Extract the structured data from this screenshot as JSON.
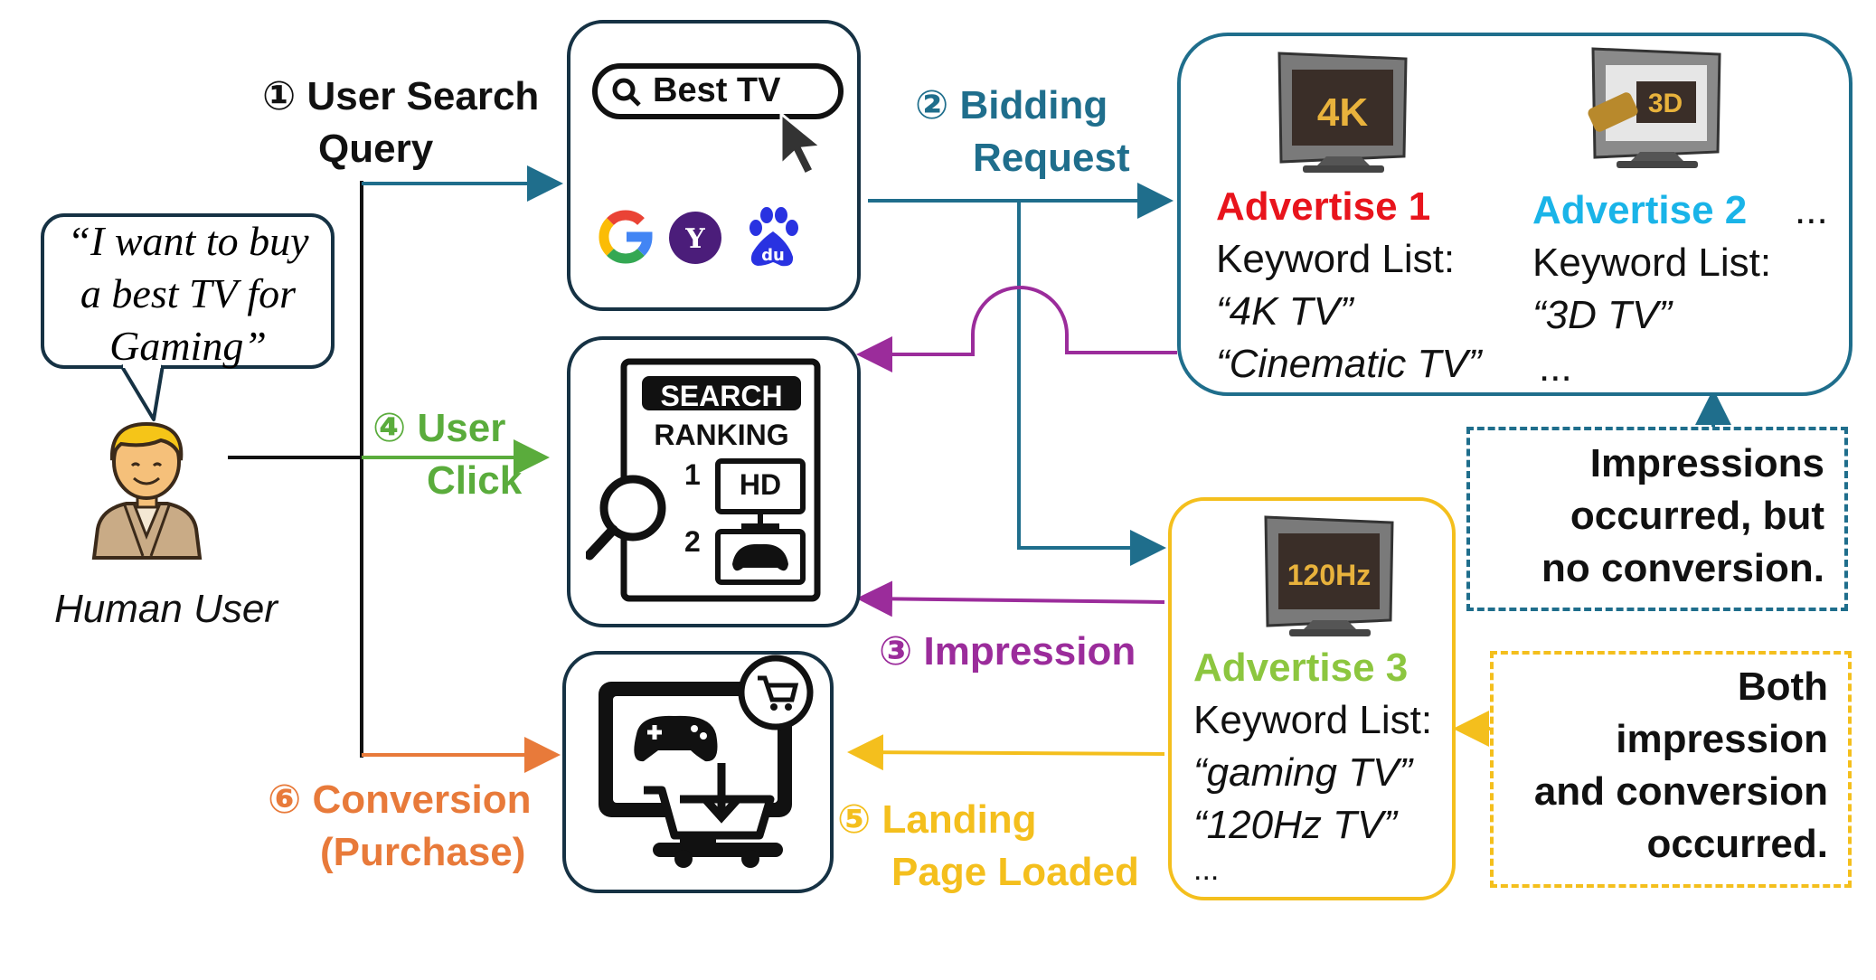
{
  "user": {
    "speech": [
      "“I want to buy",
      "a best TV for",
      "Gaming”"
    ],
    "label": "Human User"
  },
  "search": {
    "query": "Best TV"
  },
  "ranking": {
    "title": "SEARCH",
    "subtitle": "RANKING",
    "rank1": "1",
    "rank2": "2",
    "rank1_badge": "HD"
  },
  "steps": {
    "s1": [
      "① User Search",
      "Query"
    ],
    "s2": [
      "② Bidding",
      "Request"
    ],
    "s3": "③ Impression",
    "s4": [
      "④ User",
      "Click"
    ],
    "s5": [
      "⑤ Landing",
      "Page Loaded"
    ],
    "s6": [
      "⑥ Conversion",
      "(Purchase)"
    ]
  },
  "ads": {
    "ad1": {
      "title": "Advertise 1",
      "kw_label": "Keyword List:",
      "kws": [
        "“4K TV”",
        "“Cinematic TV”"
      ],
      "tv": "4K"
    },
    "ad2": {
      "title": "Advertise 2",
      "kw_label": "Keyword List:",
      "kws": [
        "“3D TV”",
        "..."
      ],
      "tv": "3D"
    },
    "more": "...",
    "ad3": {
      "title": "Advertise 3",
      "kw_label": "Keyword List:",
      "kws": [
        "“gaming TV”",
        "“120Hz TV”",
        "..."
      ],
      "tv": "120Hz"
    }
  },
  "notes": {
    "n1": [
      "Impressions",
      "occurred, but",
      "no conversion."
    ],
    "n2": [
      "Both",
      "impression",
      "and conversion",
      "occurred."
    ]
  },
  "colors": {
    "blue": "#1f6e8c",
    "purple": "#9b2c9b",
    "green": "#5aac3c",
    "orange": "#e87a3a",
    "yellow": "#f4bf1d",
    "red": "#e8141c",
    "cyan": "#1ab4e8",
    "lime": "#8cc63f",
    "dark": "#163244"
  }
}
